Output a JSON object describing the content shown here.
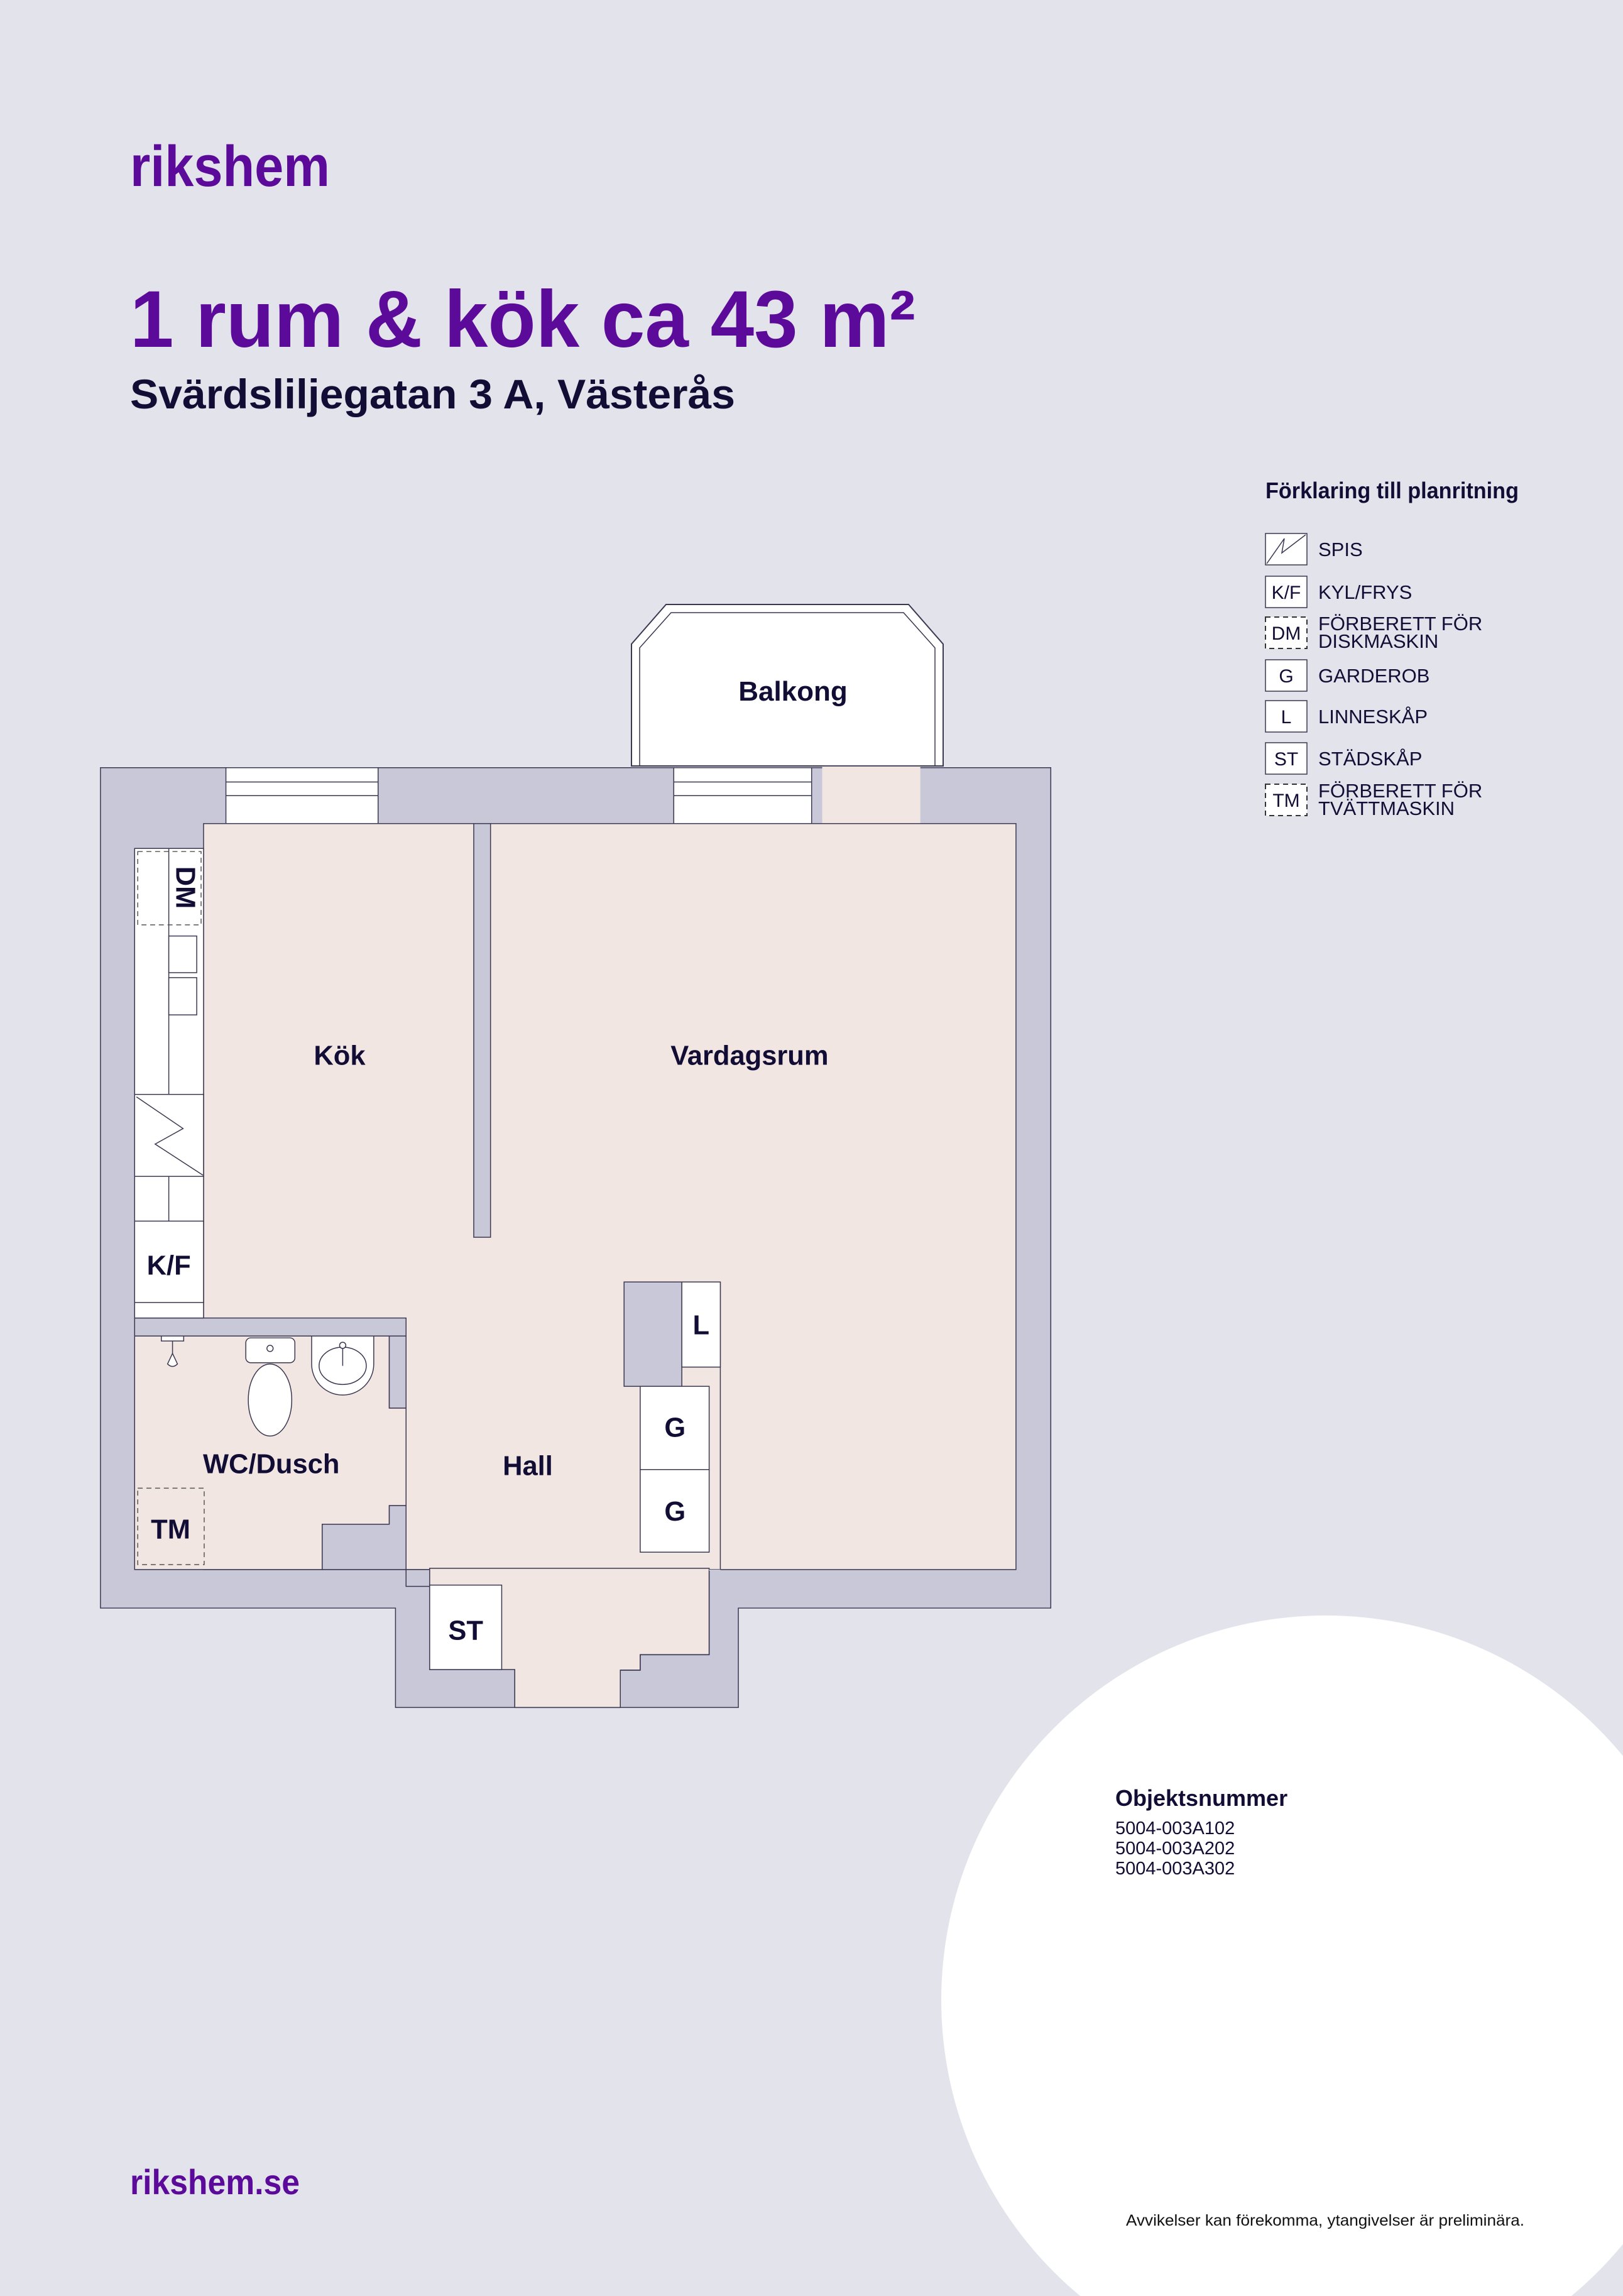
{
  "brand": {
    "logo_text": "rikshem",
    "footer_url": "rikshem.se"
  },
  "header": {
    "title": "1 rum & kök ca 43 m²",
    "address": "Svärdsliljegatan 3 A, Västerås"
  },
  "legend": {
    "title": "Förklaring till planritning",
    "items": [
      {
        "code": "",
        "icon": "stove-icon",
        "line1": "SPIS",
        "line2": ""
      },
      {
        "code": "K/F",
        "line1": "KYL/FRYS",
        "line2": ""
      },
      {
        "code": "DM",
        "line1": "FÖRBERETT FÖR",
        "line2": "DISKMASKIN"
      },
      {
        "code": "G",
        "line1": "GARDEROB",
        "line2": ""
      },
      {
        "code": "L",
        "line1": "LINNESKÅP",
        "line2": ""
      },
      {
        "code": "ST",
        "line1": "STÄDSKÅP",
        "line2": ""
      },
      {
        "code": "TM",
        "line1": "FÖRBERETT FÖR",
        "line2": "TVÄTTMASKIN"
      }
    ]
  },
  "plan": {
    "rooms": {
      "balcony": "Balkong",
      "kitchen": "Kök",
      "living": "Vardagsrum",
      "bathroom": "WC/Dusch",
      "hall": "Hall"
    },
    "fixtures": {
      "dm": "DM",
      "kf": "K/F",
      "tm": "TM",
      "l": "L",
      "g1": "G",
      "g2": "G",
      "st": "ST"
    }
  },
  "object_numbers": {
    "heading": "Objektsnummer",
    "values": [
      "5004-003A102",
      "5004-003A202",
      "5004-003A302"
    ]
  },
  "disclaimer": "Avvikelser kan förekomma, ytangivelser är preliminära.",
  "colors": {
    "background": "#e3e3ec",
    "brand_purple": "#5c0a9a",
    "text_dark": "#120d35",
    "wall": "#c9c8d9",
    "floor": "#f2e6e2"
  }
}
